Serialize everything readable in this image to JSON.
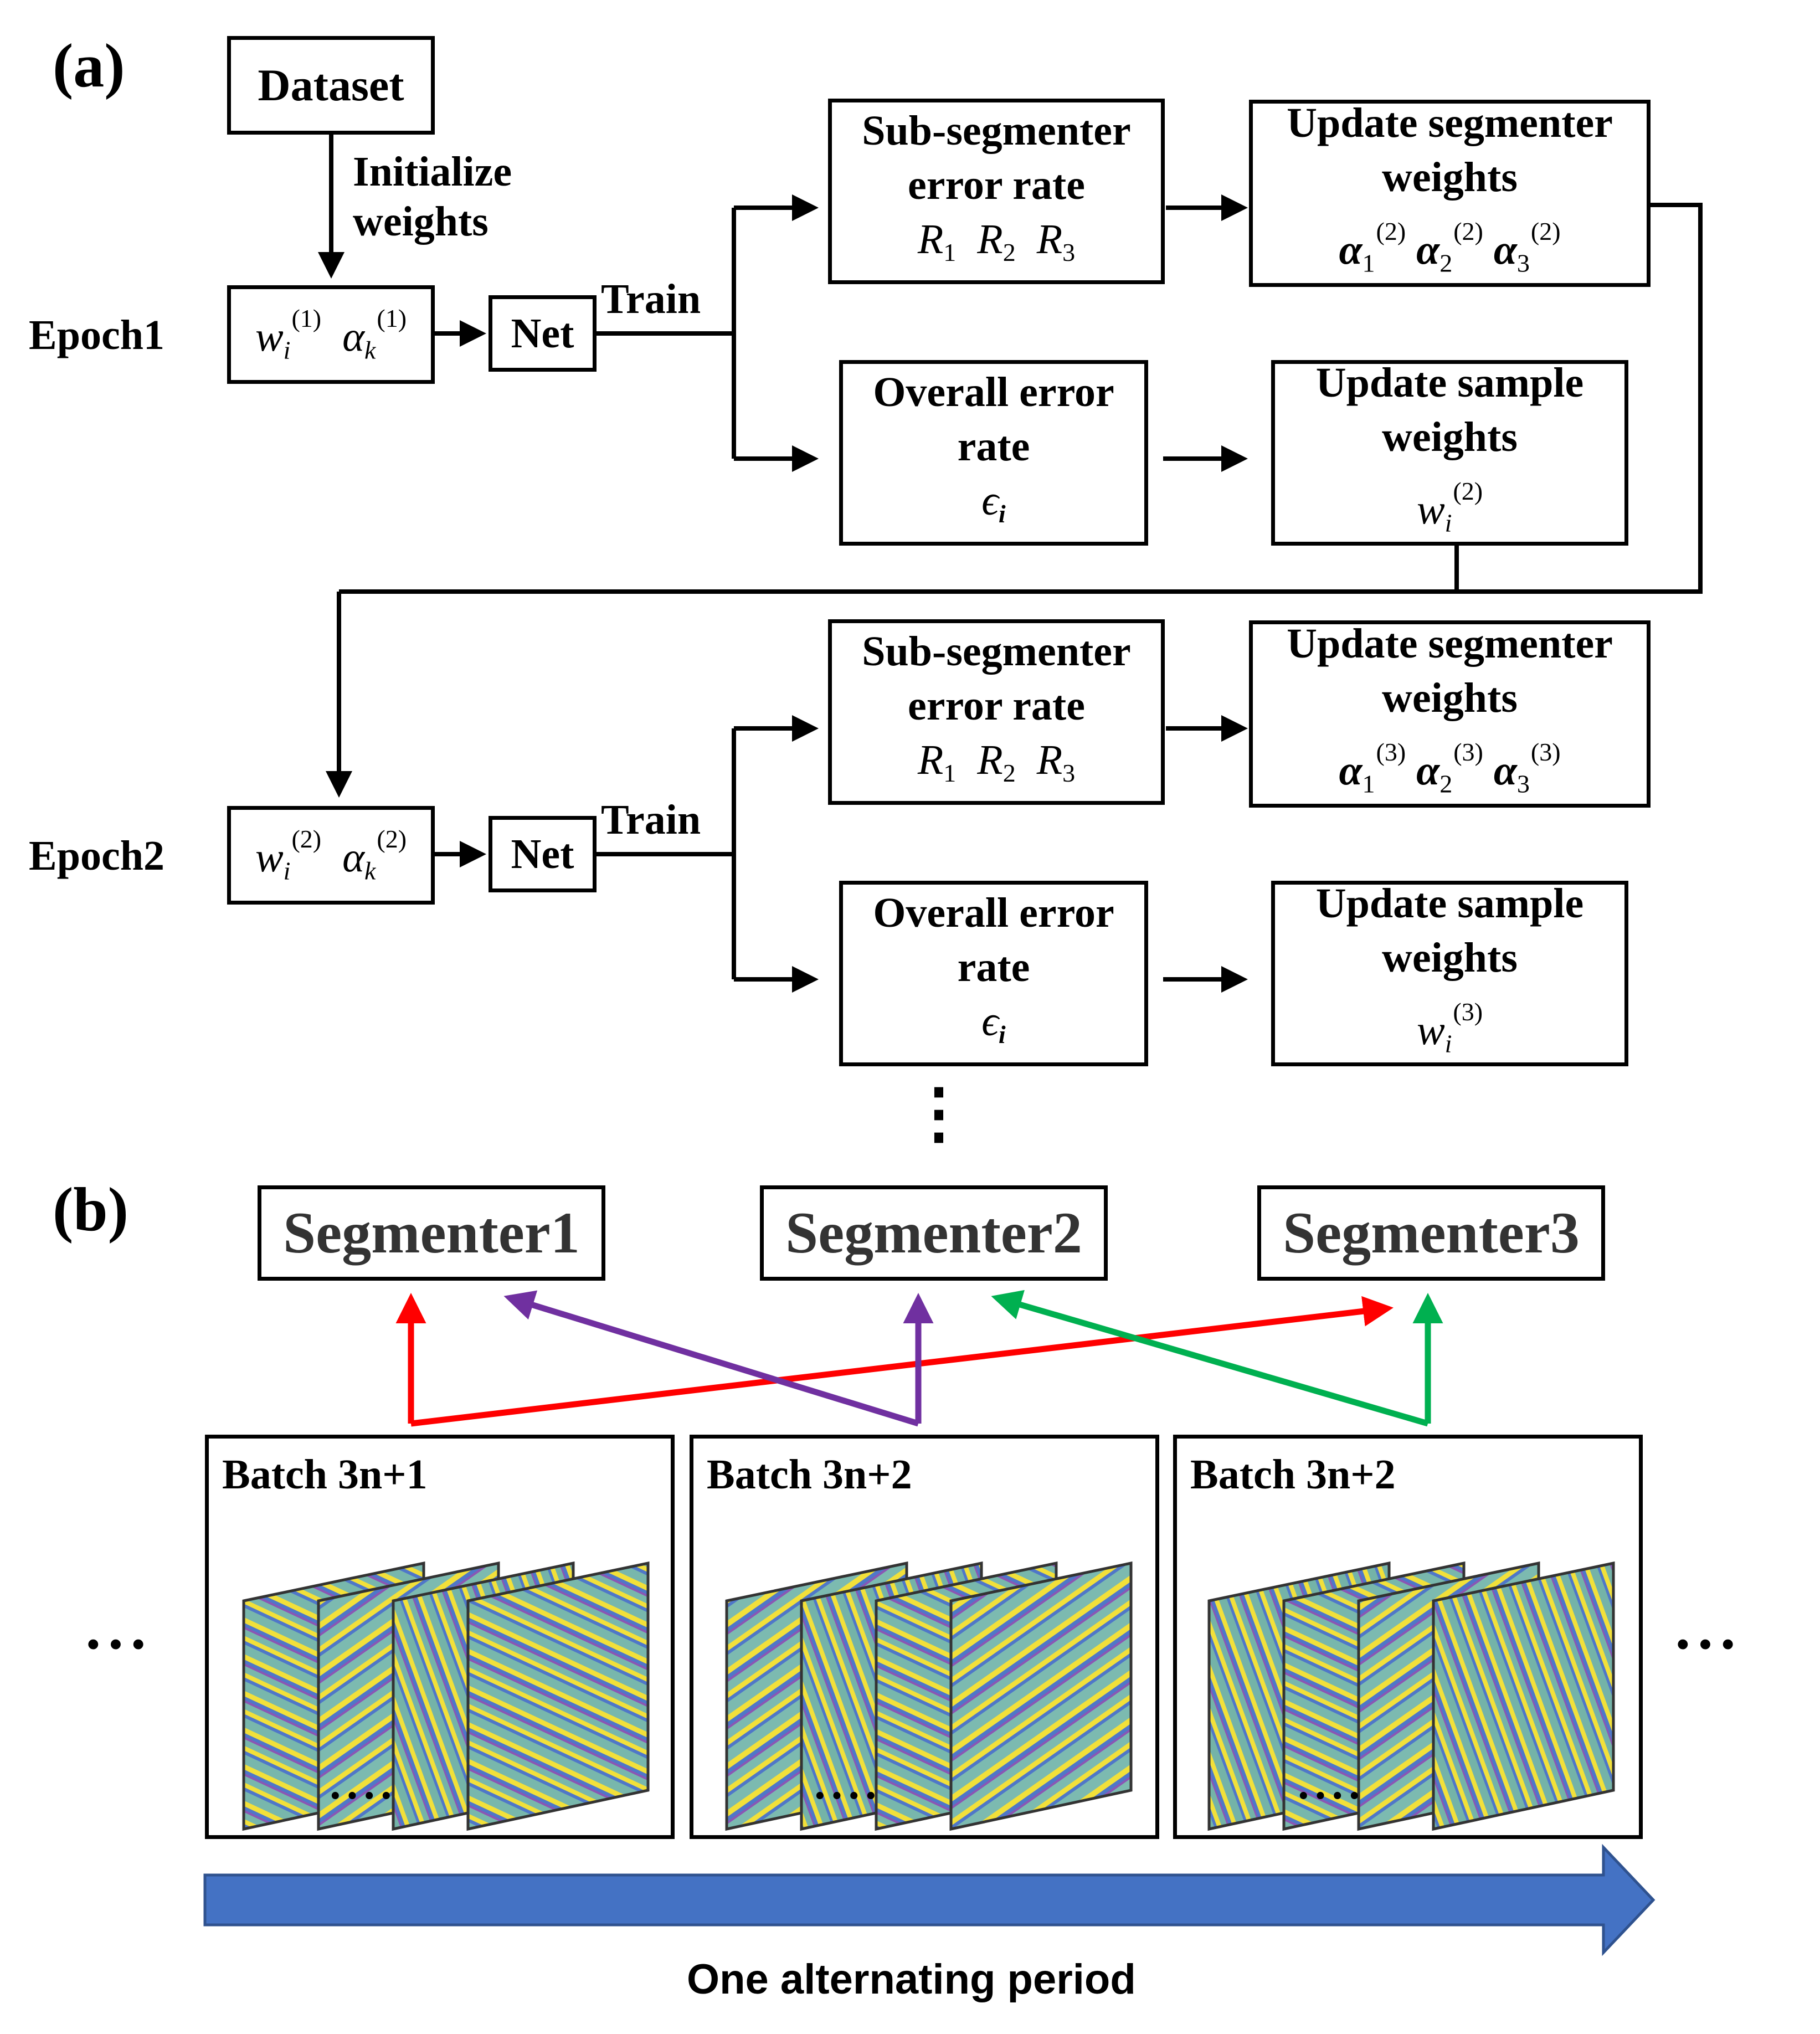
{
  "panel_a": {
    "label": "(a)",
    "dataset": "Dataset",
    "init_label_line1": "Initialize",
    "init_label_line2": "weights",
    "train": "Train",
    "net": "Net",
    "vdots": "⋮",
    "epochs": [
      {
        "name": "Epoch1",
        "w_sup": "(1)",
        "alpha_sup": "(1)",
        "sub_title_line1": "Sub-segmenter",
        "sub_title_line2": "error rate",
        "seg_title_line1": "Update segmenter",
        "seg_title_line2": "weights",
        "seg_sup": "(2)",
        "overall_line1": "Overall error",
        "overall_line2": "rate",
        "sample_line1": "Update sample",
        "sample_line2": "weights",
        "sample_sup": "(2)"
      },
      {
        "name": "Epoch2",
        "w_sup": "(2)",
        "alpha_sup": "(2)",
        "sub_title_line1": "Sub-segmenter",
        "sub_title_line2": "error rate",
        "seg_title_line1": "Update segmenter",
        "seg_title_line2": "weights",
        "seg_sup": "(3)",
        "overall_line1": "Overall error",
        "overall_line2": "rate",
        "sample_line1": "Update sample",
        "sample_line2": "weights",
        "sample_sup": "(3)"
      }
    ],
    "math": {
      "w": "w",
      "i": "i",
      "alpha": "α",
      "k": "k",
      "R": "R",
      "sub1": "1",
      "sub2": "2",
      "sub3": "3",
      "eps": "ϵ",
      "eps_sub": "i"
    }
  },
  "panel_b": {
    "label": "(b)",
    "segmenters": [
      "Segmenter1",
      "Segmenter2",
      "Segmenter3"
    ],
    "batches": [
      "Batch 3n+1",
      "Batch 3n+2",
      "Batch 3n+2"
    ],
    "ellipsis": "···",
    "batch_ellipsis": "····",
    "period": "One alternating period",
    "colors": {
      "arrow_red": "#ff0000",
      "arrow_purple": "#7030a0",
      "arrow_green": "#00b050",
      "period_arrow": "#4472c4",
      "fringe_teal": "#78b7ac",
      "fringe_yellow": "#f2e03a",
      "fringe_blue": "#4f77c8",
      "fringe_purple": "#8a56b4"
    }
  }
}
